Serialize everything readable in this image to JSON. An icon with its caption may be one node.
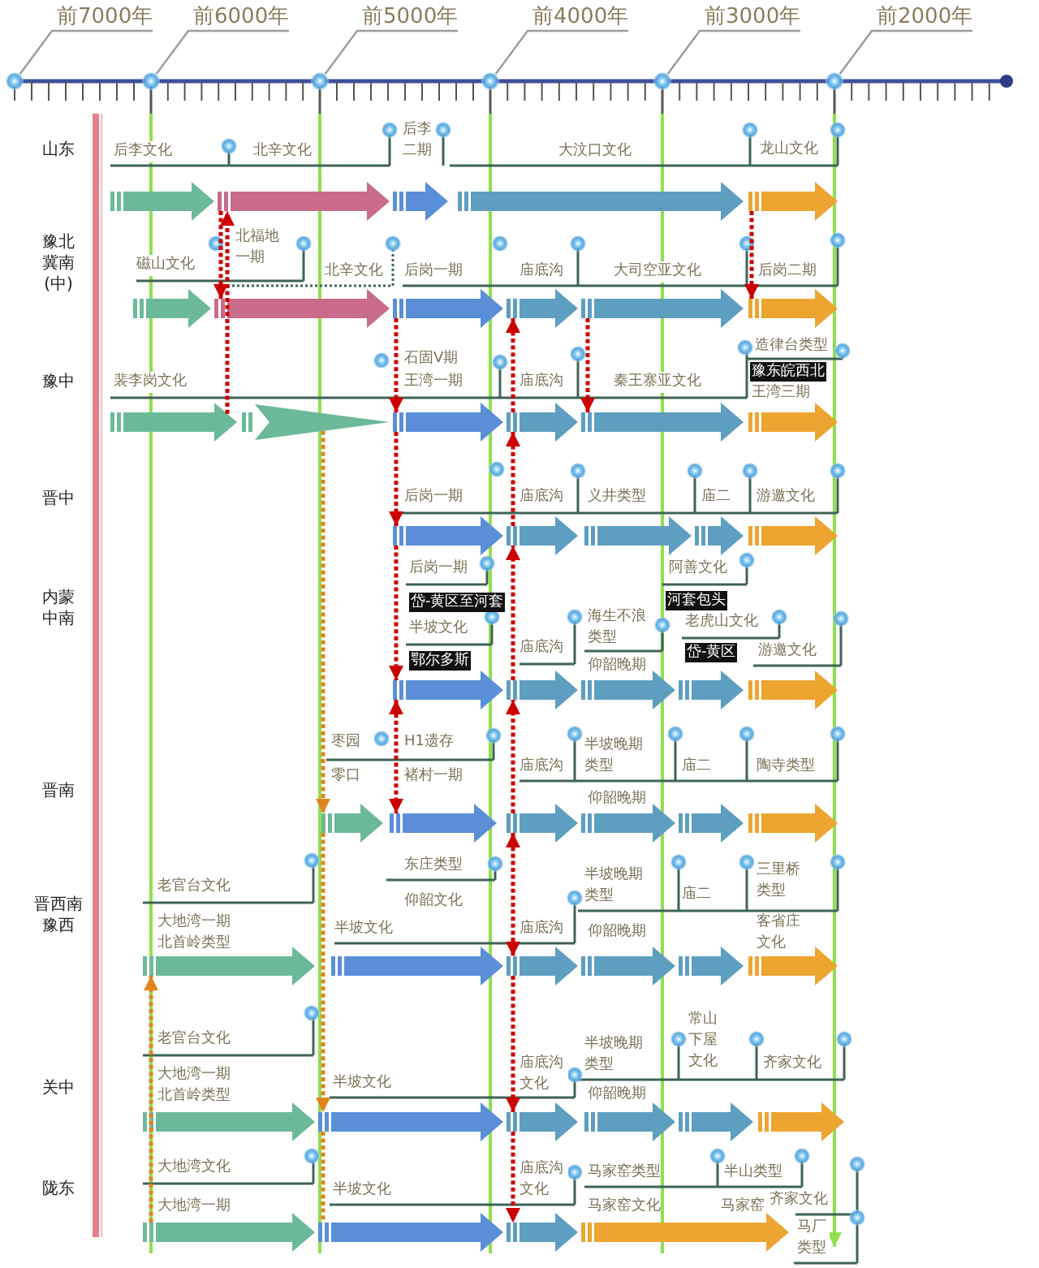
{
  "diagram": {
    "nodes": [
      {
        "text": [
          "前7000年"
        ]
      },
      {
        "text": [
          "前6000年"
        ]
      },
      {
        "text": [
          "前5000年"
        ]
      },
      {
        "text": [
          "前4000年"
        ]
      },
      {
        "text": [
          "前3000年"
        ]
      },
      {
        "text": [
          "前2000年"
        ]
      },
      {
        "text": [],
        "shape": "circle"
      },
      {
        "text": [],
        "shape": "circle"
      },
      {
        "text": [],
        "shape": "circle"
      },
      {
        "text": [],
        "shape": "circle"
      },
      {
        "text": [],
        "shape": "circle"
      },
      {
        "text": [],
        "shape": "circle"
      },
      {
        "text": [],
        "shape": "arrow"
      },
      {
        "text": [],
        "shape": "arrow"
      },
      {
        "text": [],
        "shape": "arrow"
      },
      {
        "text": [],
        "shape": "arrow"
      },
      {
        "text": [],
        "shape": "arrow"
      },
      {
        "text": [],
        "shape": "arrow"
      },
      {
        "text": [],
        "shape": "arrow"
      },
      {
        "text": [],
        "shape": "arrow"
      },
      {
        "text": [],
        "shape": "arrow"
      },
      {
        "text": [],
        "shape": "arrow"
      },
      {
        "text": [],
        "shape": "arrow"
      },
      {
        "text": [],
        "shape": "arrow"
      },
      {
        "text": [],
        "shape": "arrow"
      },
      {
        "text": [],
        "shape": "arrow"
      },
      {
        "text": [],
        "shape": "arrow"
      },
      {
        "text": [],
        "shape": "arrow"
      },
      {
        "text": [],
        "shape": "arrow"
      },
      {
        "text": [],
        "shape": "arrow"
      },
      {
        "text": [],
        "shape": "arrow"
      },
      {
        "text": [],
        "shape": "arrow"
      },
      {
        "text": [],
        "shape": "arrow"
      },
      {
        "text": [],
        "shape": "arrow"
      },
      {
        "text": [],
        "shape": "arrow"
      },
      {
        "text": [],
        "shape": "arrow"
      },
      {
        "text": [],
        "shape": "arrow"
      },
      {
        "text": [],
        "shape": "arrow"
      },
      {
        "text": [],
        "shape": "arrow"
      },
      {
        "text": [],
        "shape": "arrow"
      },
      {
        "text": [],
        "shape": "arrow"
      },
      {
        "text": [],
        "shape": "arrow"
      },
      {
        "text": [],
        "shape": "arrow"
      },
      {
        "text": [],
        "shape": "arrow"
      },
      {
        "text": [],
        "shape": "arrow"
      },
      {
        "text": [],
        "shape": "arrow"
      },
      {
        "text": [],
        "shape": "arrow"
      },
      {
        "text": [],
        "shape": "arrow"
      },
      {
        "text": [],
        "shape": "arrow"
      },
      {
        "text": [],
        "shape": "arrow"
      },
      {
        "text": [],
        "shape": "arrow"
      },
      {
        "text": [],
        "shape": "arrow"
      },
      {
        "text": [],
        "shape": "arrow"
      },
      {
        "text": [],
        "shape": "arrow"
      },
      {
        "text": [],
        "shape": "arrow"
      },
      {
        "text": [],
        "shape": "arrow"
      },
      {
        "text": [],
        "shape": "arrow"
      },
      {
        "text": [],
        "shape": "arrow"
      },
      {
        "text": [],
        "shape": "arrow"
      },
      {
        "text": [],
        "shape": "arrow"
      },
      {
        "text": [],
        "shape": "arrow"
      }
    ],
    "edges": [
      {
        "from": 0,
        "to": 6,
        "arrow": "none",
        "color": "#9c9c9c"
      },
      {
        "from": 1,
        "to": 7,
        "arrow": "none",
        "color": "#9c9c9c"
      },
      {
        "from": 2,
        "to": 8,
        "arrow": "none",
        "color": "#9c9c9c"
      },
      {
        "from": 3,
        "to": 9,
        "arrow": "none",
        "color": "#9c9c9c"
      },
      {
        "from": 4,
        "to": 10,
        "arrow": "none",
        "color": "#9c9c9c"
      },
      {
        "from": 5,
        "to": 11,
        "arrow": "none",
        "color": "#9c9c9c"
      },
      {
        "from": 23,
        "to": 13,
        "arrow": "to",
        "style": "dashed",
        "color": "#cc0000"
      },
      {
        "from": 13,
        "to": 18,
        "arrow": "to",
        "style": "dashed",
        "color": "#cc0000"
      },
      {
        "from": 16,
        "to": 22,
        "arrow": "to",
        "style": "dashed",
        "color": "#cc0000"
      },
      {
        "from": 19,
        "to": 25,
        "arrow": "to",
        "style": "dashed",
        "color": "#cc0000"
      },
      {
        "from": 25,
        "to": 29,
        "arrow": "to",
        "style": "dashed",
        "color": "#cc0000"
      },
      {
        "from": 29,
        "to": 34,
        "arrow": "to",
        "style": "dashed",
        "color": "#cc0000"
      },
      {
        "from": 30,
        "to": 26,
        "arrow": "to",
        "style": "dashed",
        "color": "#cc0000"
      },
      {
        "from": 26,
        "to": 20,
        "arrow": "to",
        "style": "dashed",
        "color": "#cc0000"
      },
      {
        "from": 21,
        "to": 27,
        "arrow": "to",
        "style": "dashed",
        "color": "#cc0000"
      },
      {
        "from": 35,
        "to": 30,
        "arrow": "to",
        "style": "dashed",
        "color": "#cc0000"
      },
      {
        "from": 41,
        "to": 35,
        "arrow": "to",
        "style": "dashed",
        "color": "#cc0000"
      },
      {
        "from": 41,
        "to": 47,
        "arrow": "both",
        "style": "dashed",
        "color": "#cc0000"
      },
      {
        "from": 47,
        "to": 53,
        "arrow": "to",
        "style": "dashed",
        "color": "#cc0000"
      },
      {
        "from": 53,
        "to": 59,
        "arrow": "to",
        "style": "dashed",
        "color": "#cc0000"
      },
      {
        "from": 34,
        "to": 40,
        "arrow": "both",
        "style": "dashed",
        "color": "#cc0000"
      },
      {
        "from": 24,
        "to": 39,
        "arrow": "to",
        "style": "dashed",
        "color": "#e0841f"
      },
      {
        "from": 39,
        "to": 52,
        "arrow": "to",
        "style": "dashed",
        "color": "#e0841f"
      },
      {
        "from": 52,
        "to": 58,
        "arrow": "none",
        "style": "dashed",
        "color": "#e0841f"
      },
      {
        "from": 57,
        "to": 45,
        "arrow": "to",
        "style": "dashed",
        "color": "#e0841f"
      }
    ],
    "labels": [
      "山东",
      "后李文化",
      "北辛文化",
      "后李二期",
      "大汶口文化",
      "龙山文化",
      "豫北冀南(中)",
      "磁山文化",
      "北福地一期",
      "北辛文化",
      "后岗一期",
      "庙底沟",
      "大司空亚文化",
      "后岗二期",
      "豫中",
      "裴李岗文化",
      "石固V期",
      "王湾一期",
      "庙底沟",
      "秦王寨亚文化",
      "造律台类型",
      "豫东皖西北",
      "王湾三期",
      "晋中",
      "后岗一期",
      "庙底沟",
      "义井类型",
      "庙二",
      "游邀文化",
      "后岗一期",
      "阿善文化",
      "内蒙中南",
      "岱-黄区至河套",
      "河套包头",
      "半坡文化",
      "海生不浪类型",
      "老虎山文化",
      "鄂尔多斯",
      "庙底沟",
      "岱-黄区",
      "游邀文化",
      "仰韶晚期",
      "枣园",
      "H1遗存",
      "零口",
      "褚村一期",
      "庙底沟",
      "半坡晚期类型",
      "庙二",
      "陶寺类型",
      "晋南",
      "仰韶晚期",
      "东庄类型",
      "仰韶文化",
      "老官台文化",
      "半坡晚期类型",
      "庙二",
      "三里桥类型",
      "晋西南豫西",
      "大地湾一期",
      "北首岭类型",
      "半坡文化",
      "庙底沟",
      "仰韶晚期",
      "客省庄文化",
      "老官台文化",
      "常山下屋文化",
      "半坡晚期类型",
      "齐家文化",
      "大地湾一期",
      "北首岭类型",
      "半坡文化",
      "庙底沟文化",
      "关中",
      "仰韶晚期",
      "大地湾文化",
      "马家窑类型",
      "半山类型",
      "陇东",
      "庙底沟文化",
      "半坡文化",
      "齐家文化",
      "大地湾一期",
      "马家窑文化",
      "马家窑",
      "马厂类型"
    ]
  }
}
